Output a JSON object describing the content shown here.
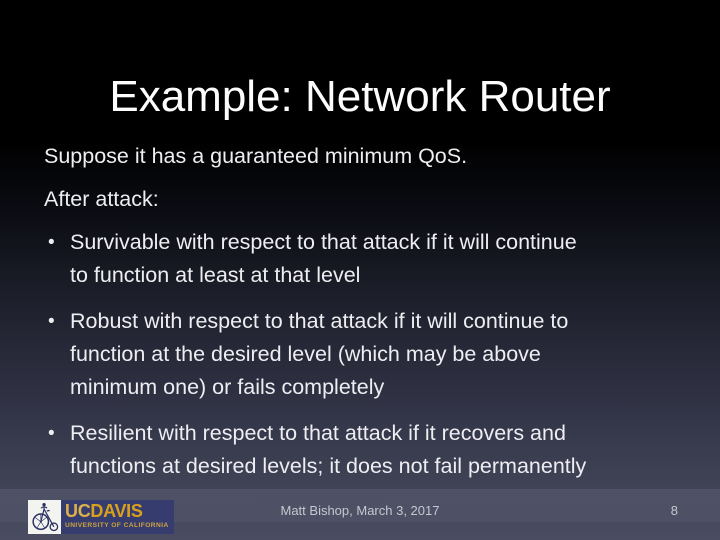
{
  "slide": {
    "title": "Example: Network Router",
    "intro_lines": [
      "Suppose it has a guaranteed minimum QoS.",
      "After attack:"
    ],
    "bullet_char": "•",
    "bullets": [
      {
        "lines": [
          "Survivable with respect to that attack if it will continue",
          "to function at least at that level"
        ]
      },
      {
        "lines": [
          "Robust with respect to that attack if it will continue to",
          "function at the desired level (which may be above",
          "minimum one) or fails completely"
        ]
      },
      {
        "lines": [
          "Resilient with respect to that attack if it recovers and",
          "functions at desired levels; it does not fail permanently"
        ]
      }
    ],
    "footer": {
      "credit": "Matt Bishop, March 3, 2017",
      "page_number": "8"
    },
    "logo": {
      "name": "UC Davis",
      "wordmark_uc": "UC",
      "wordmark_davis": "DAVIS",
      "tagline": "UNIVERSITY OF CALIFORNIA"
    },
    "colors": {
      "background_top": "#000000",
      "background_bottom": "#4a4c61",
      "title_text": "#fdfdfd",
      "body_text": "#eeeef2",
      "footer_text": "#c6c7d0",
      "logo_navy": "#363d6e",
      "logo_gold": "#d9a01e",
      "logo_box": "#f3f3f0"
    }
  }
}
